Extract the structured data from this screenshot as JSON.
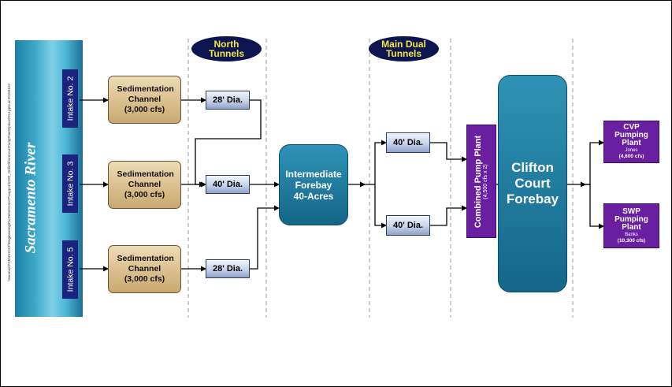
{
  "river": {
    "label": "Sacramento River"
  },
  "file_path_label": "\\\\sacmax\\PCM\\DHCCP\\Engineering\\Dv.Delta\\DHCCP\\support\\CER_Drill\\CliftonCourtPumpPlantOption2014.pptx.ai 20150123",
  "intakes": [
    {
      "label": "Intake No. 2"
    },
    {
      "label": "Intake No. 3"
    },
    {
      "label": "Intake No. 5"
    }
  ],
  "sedimentation": [
    {
      "title": "Sedimentation Channel",
      "flow": "(3,000 cfs)"
    },
    {
      "title": "Sedimentation Channel",
      "flow": "(3,000 cfs)"
    },
    {
      "title": "Sedimentation Channel",
      "flow": "(3,000 cfs)"
    }
  ],
  "north_tunnels": {
    "heading_line1": "North",
    "heading_line2": "Tunnels",
    "items": [
      {
        "label": "28' Dia."
      },
      {
        "label": "40' Dia."
      },
      {
        "label": "28' Dia."
      }
    ]
  },
  "intermediate_forebay": {
    "line1": "Intermediate",
    "line2": "Forebay",
    "line3": "40-Acres"
  },
  "main_tunnels": {
    "heading_line1": "Main Dual",
    "heading_line2": "Tunnels",
    "items": [
      {
        "label": "40' Dia."
      },
      {
        "label": "40' Dia."
      }
    ]
  },
  "pump_plant": {
    "title": "Combined Pump Plant",
    "capacity": "(4,500 cfs x 2)"
  },
  "clifton_court": {
    "line1": "Clifton",
    "line2": "Court",
    "line3": "Forebay"
  },
  "cvp": {
    "line1": "CVP",
    "line2": "Pumping",
    "line3": "Plant",
    "sub": "Jones",
    "flow": "(4,600 cfs)"
  },
  "swp": {
    "line1": "SWP",
    "line2": "Pumping",
    "line3": "Plant",
    "sub": "Banks",
    "flow": "(10,300 cfs)"
  },
  "colors": {
    "river": "#3fa9c9",
    "intake": "#1a237e",
    "sedimentation": "#d9bf8c",
    "tunnel": "#c7d3ea",
    "forebay": "#1f7ea3",
    "pumping": "#6a1fa0",
    "heading_oval": "#0d1550",
    "heading_text": "#f4e642"
  }
}
